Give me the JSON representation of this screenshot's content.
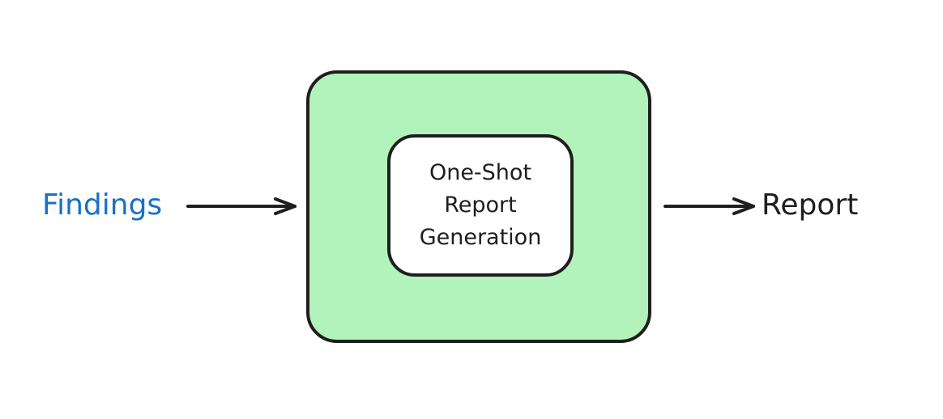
{
  "diagram": {
    "input_label": "Findings",
    "output_label": "Report",
    "process_lines": [
      "One-Shot",
      "Report",
      "Generation"
    ]
  },
  "colors": {
    "input_text": "#1971c2",
    "text": "#1e1e1e",
    "outer_fill": "#b2f2bb",
    "inner_fill": "#ffffff",
    "stroke": "#1e1e1e"
  }
}
